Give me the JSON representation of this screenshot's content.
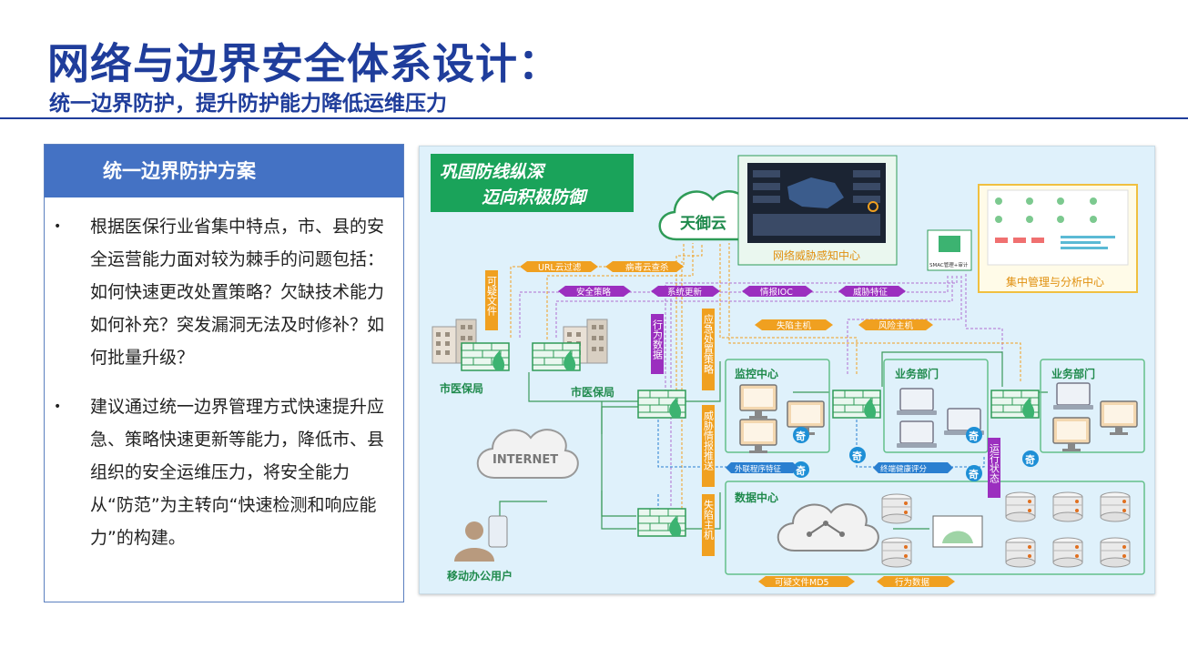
{
  "title": "网络与边界安全体系设计：",
  "subtitle": "统一边界防护，提升防护能力降低运维压力",
  "panel": {
    "heading": "统一边界防护方案",
    "bullets": [
      "根据医保行业省集中特点，市、县的安全运营能力面对较为棘手的问题包括：如何快速更改处置策略？欠缺技术能力如何补充？突发漏洞无法及时修补？如何批量升级？",
      "建议通过统一边界管理方式快速提升应急、策略快速更新等能力，降低市、县组织的安全运维压力，将安全能力从“防范”为主转向“快速检测和响应能力”的构建。"
    ],
    "bullet_symbol": "•"
  },
  "diagram": {
    "slogan_line1": "巩固防线纵深",
    "slogan_line2": "迈向积极防御",
    "cloud_label": "天御云",
    "threat_center": "网络威胁感知中心",
    "mgmt_center": "集中管理与分析中心",
    "smac_label": "SMAC管理+审计",
    "internet_label": "INTERNET",
    "bureau_left": "市医保局",
    "bureau_right": "市医保局",
    "mobile_user": "移动办公用户",
    "monitor_center": "监控中心",
    "biz_dept_1": "业务部门",
    "biz_dept_2": "业务部门",
    "data_center": "数据中心",
    "badge_char": "奇",
    "tags": {
      "url_filter": "URL云过滤",
      "virus_scan": "病毒云查杀",
      "policy": "安全策略",
      "sys_update": "系统更新",
      "intel_ioc": "情报IOC",
      "threat_feature": "威胁特征",
      "compromised_host": "失陷主机",
      "risk_host": "风险主机",
      "suspicious_file": "可疑文件",
      "behavior_data": "行为数据",
      "emergency_policy": "应急处置策略",
      "threat_intel_push": "威胁情报推送",
      "compromised_host_v": "失陷主机",
      "run_status": "运行状态",
      "outbound_feature": "外联程序特征",
      "terminal_health": "终端健康评分",
      "suspicious_md5": "可疑文件MD5",
      "behavior_data_2": "行为数据"
    }
  },
  "colors": {
    "title": "#1f3d9b",
    "panel_header": "#4472c4",
    "diagram_bg": "#dff1fb",
    "slogan_bg": "#1aa35a",
    "orange_tag": "#f0a020",
    "purple_tag": "#9b2fbf",
    "firewall_green": "#2e9b57",
    "zone_border": "#63c08a"
  },
  "icons": [
    "firewall-icon",
    "server-icon",
    "monitor-icon",
    "laptop-icon",
    "building-icon",
    "cloud-icon",
    "user-icon",
    "phone-icon",
    "badge-icon"
  ]
}
